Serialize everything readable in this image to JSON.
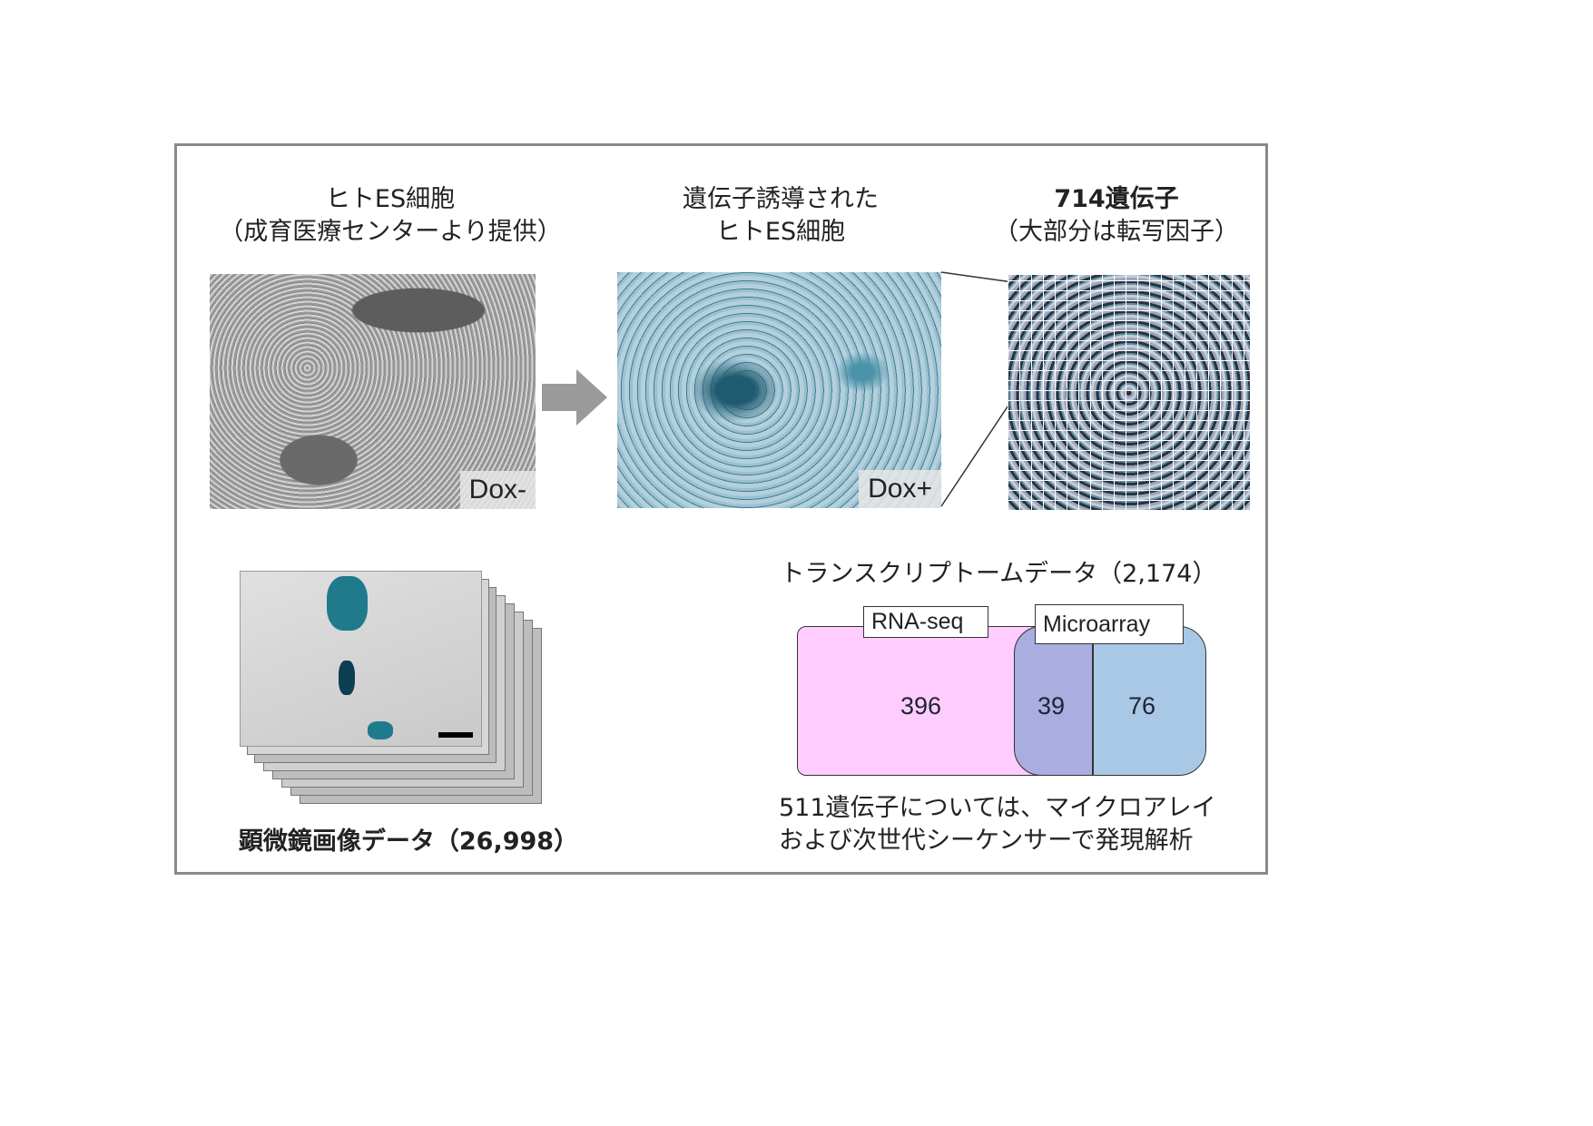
{
  "headers": {
    "es_cells": [
      "ヒトES細胞",
      "（成育医療センターより提供）"
    ],
    "induced": [
      "遺伝子誘導された",
      "ヒトES細胞"
    ],
    "genes": [
      "714遺伝子",
      "（大部分は転写因子）"
    ]
  },
  "images": {
    "dox_minus": "Dox-",
    "dox_plus": "Dox+"
  },
  "microscopy_caption": "顕微鏡画像データ（26,998）",
  "transcriptome": {
    "title": "トランスクリプトームデータ（2,174）",
    "rnaseq_label": "RNA-seq",
    "microarray_label": "Microarray",
    "rnaseq_only": "396",
    "both": "39",
    "microarray_only": "76",
    "colors": {
      "rnaseq": "#ffccff",
      "both": "#a9addf",
      "microarray": "#a8c8e6"
    },
    "note": [
      "511遺伝子については、マイクロアレイ",
      "および次世代シーケンサーで発現解析"
    ]
  }
}
